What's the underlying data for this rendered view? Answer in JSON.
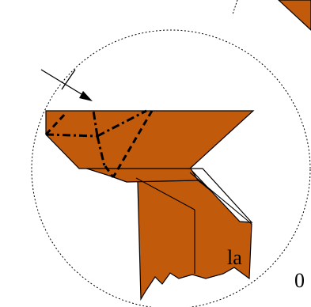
{
  "diagram": {
    "colors": {
      "paper": "#c25a0c",
      "paper_back": "#ffffff",
      "outline": "#000000",
      "circle": "#000000"
    },
    "icons": {
      "arrow": "fold-direction-arrow-icon",
      "tick": "fold-tick-icon"
    },
    "lines": {
      "valley_fold": "dashed",
      "mountain_fold": "dash-dot",
      "circle": "dotted"
    },
    "text_fragments": [
      "la",
      "0"
    ]
  }
}
